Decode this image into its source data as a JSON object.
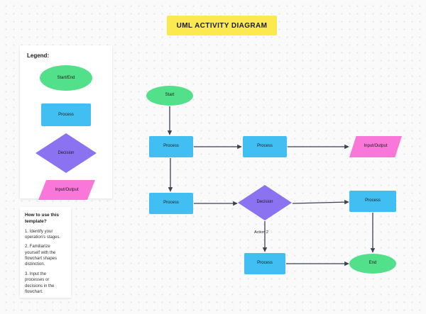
{
  "title": {
    "text": "UML ACTIVITY DIAGRAM",
    "banner_color": "#FCE94F"
  },
  "colors": {
    "start_end": "#52E08A",
    "process": "#41BFF2",
    "decision": "#8A72F0",
    "input_output": "#F977D8",
    "connector": "#3b4252",
    "canvas_background": "#fafafa",
    "grid_dot": "#e2e2e2",
    "card_background": "#ffffff"
  },
  "legend": {
    "heading": "Legend:",
    "items": [
      {
        "label": "Start/End",
        "shape": "ellipse",
        "color": "#52E08A"
      },
      {
        "label": "Process",
        "shape": "rectangle",
        "color": "#41BFF2"
      },
      {
        "label": "Decision",
        "shape": "diamond",
        "color": "#8A72F0"
      },
      {
        "label": "Input/Output",
        "shape": "parallelogram",
        "color": "#F977D8"
      }
    ]
  },
  "howto": {
    "title": "How to use this template?",
    "steps": [
      "1. Identify your operation's stages.",
      "2. Familiarize yourself with the flowchart shapes distinction.",
      "3. Input the processes or decisions in the flowchart."
    ]
  },
  "diagram": {
    "nodes": [
      {
        "id": "start",
        "label": "Start",
        "shape": "ellipse"
      },
      {
        "id": "p1",
        "label": "Process",
        "shape": "rectangle"
      },
      {
        "id": "p2",
        "label": "Process",
        "shape": "rectangle"
      },
      {
        "id": "io",
        "label": "Input/Output",
        "shape": "parallelogram"
      },
      {
        "id": "p3",
        "label": "Process",
        "shape": "rectangle"
      },
      {
        "id": "decision",
        "label": "Decision",
        "shape": "diamond"
      },
      {
        "id": "p4",
        "label": "Process",
        "shape": "rectangle"
      },
      {
        "id": "p5",
        "label": "Process",
        "shape": "rectangle"
      },
      {
        "id": "end",
        "label": "End",
        "shape": "ellipse"
      }
    ],
    "edge_labels": {
      "decision_down": "Action 2"
    }
  }
}
